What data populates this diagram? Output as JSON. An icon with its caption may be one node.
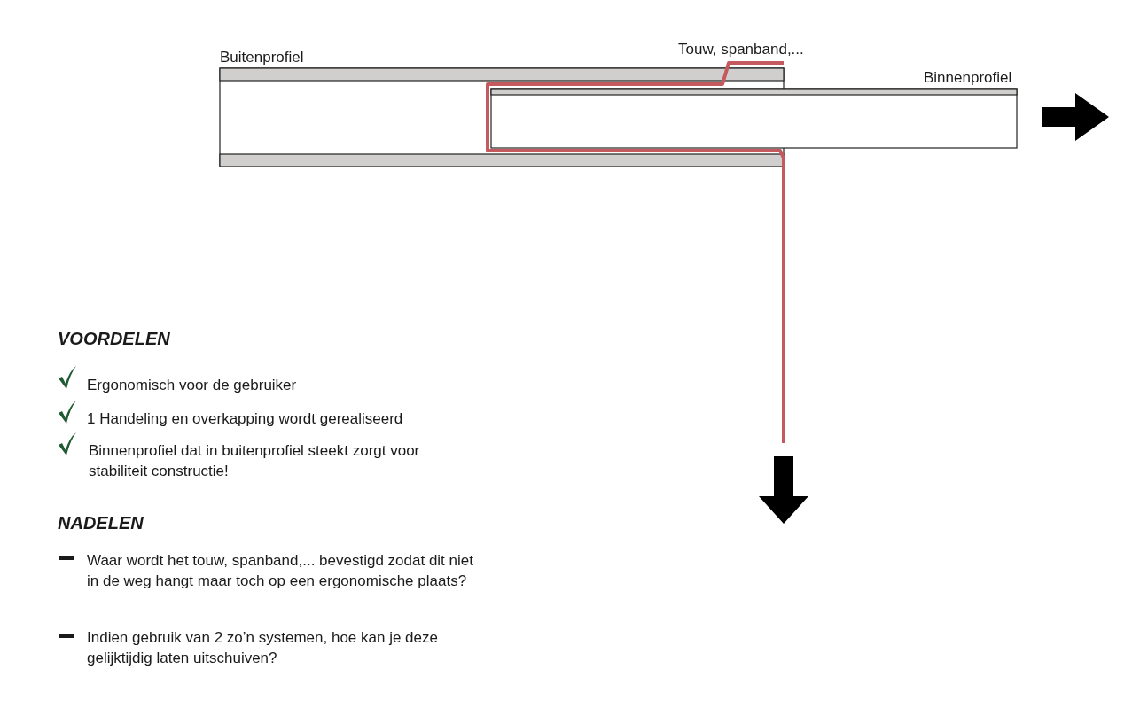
{
  "diagram": {
    "labels": [
      "Touw, spanband,...",
      "Buitenprofiel",
      "Binnenprofiel",
      "VOORDELEN",
      "Ergonomisch voor de gebruiker",
      "1 Handeling en overkapping wordt gerealiseerd",
      "Binnenprofiel dat in buitenprofiel steekt zorgt voor stabiliteit constructie!",
      "NADELEN",
      "Waar wordt het touw, spanband,... bevestigd zodat dit niet in de weg hangt maar toch op een ergonomische plaats?",
      "Indien gebruik van 2 zo’n systemen, hoe kan je deze gelijktijdig laten uitschuiven?"
    ]
  }
}
